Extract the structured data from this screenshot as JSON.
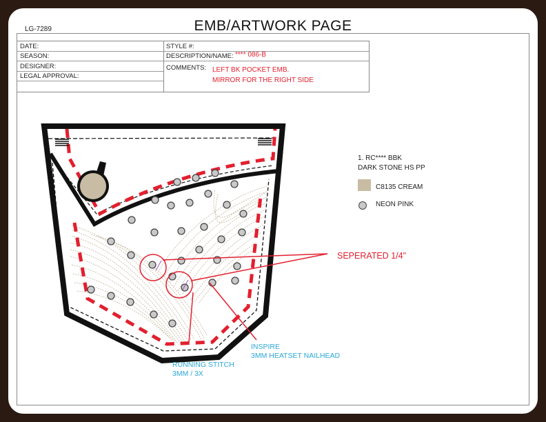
{
  "page": {
    "code": "LG-7289",
    "title": "EMB/ARTWORK PAGE"
  },
  "info_block": {
    "date_label": "DATE:",
    "season_label": "SEASON:",
    "designer_label": "DESIGNER:",
    "legal_label": "LEGAL APPROVAL:",
    "style_label": "STYLE #:",
    "description_label": "DESCRIPTION/NAME:",
    "description_value": "**** 086-B",
    "comments_label": "COMMENTS:",
    "comments_line1": "LEFT BK POCKET EMB.",
    "comments_line2": "MIRROR FOR THE RIGHT SIDE"
  },
  "legend": {
    "thread_line1": "1. RC**** BBK",
    "thread_line2": "DARK STONE HS PP",
    "cream_label": "C8135 CREAM",
    "pink_label": "NEON PINK"
  },
  "callouts": {
    "separated": "SEPERATED 1/4\"",
    "inspire_line1": "INSPIRE",
    "inspire_line2": "3MM HEATSET NAILHEAD",
    "running_line1": "RUNNING STITCH",
    "running_line2": "3MM / 3X"
  },
  "colors": {
    "stitch_red": "#e2202f",
    "cream": "#c8bca4",
    "nailhead_grey": "#c9c9c9",
    "note_blue": "#2aa8d8",
    "frame_border": "#2a1a12"
  }
}
